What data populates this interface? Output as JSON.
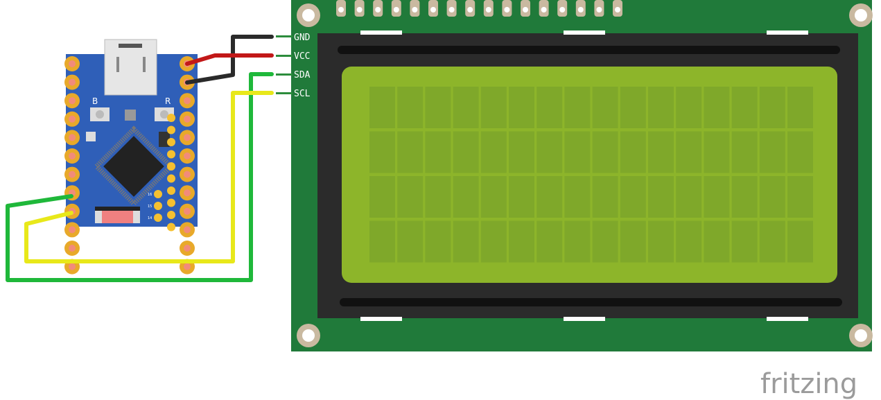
{
  "lcd": {
    "pins": [
      "GND",
      "VCC",
      "SDA",
      "SCL"
    ],
    "columns": 16,
    "rows": 4,
    "colors": {
      "pcb": "#207a3a",
      "bezel": "#2b2b2b",
      "screen": "#8db52a",
      "cell": "#7fa82a"
    }
  },
  "board": {
    "button_boot": "B",
    "button_reset": "R",
    "pad_labels": [
      "16",
      "15",
      "14"
    ],
    "color": "#2f5fb8"
  },
  "wires": [
    {
      "name": "gnd-wire",
      "color": "#2a2a2a"
    },
    {
      "name": "vcc-wire",
      "color": "#c21818"
    },
    {
      "name": "sda-wire",
      "color": "#1fb83a"
    },
    {
      "name": "scl-wire",
      "color": "#e8e81a"
    }
  ],
  "watermark": "fritzing"
}
